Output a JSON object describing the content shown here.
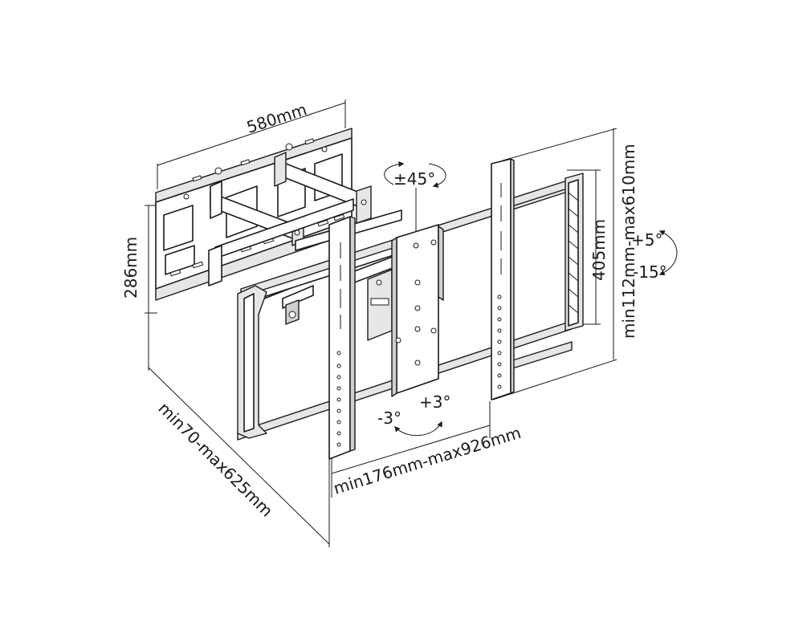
{
  "dimensions": {
    "wall_plate_width": "580mm",
    "wall_plate_height": "286mm",
    "extension": "min70-max625mm",
    "horizontal_adjust": "min176mm-max926mm",
    "vertical_adjust": "min112mm-max610mm",
    "bracket_height": "405mm"
  },
  "adjustments": {
    "swivel": "±45°",
    "tilt_up": "+5°",
    "tilt_down": "-15°",
    "rotate_left": "-3°",
    "rotate_right": "+3°"
  }
}
